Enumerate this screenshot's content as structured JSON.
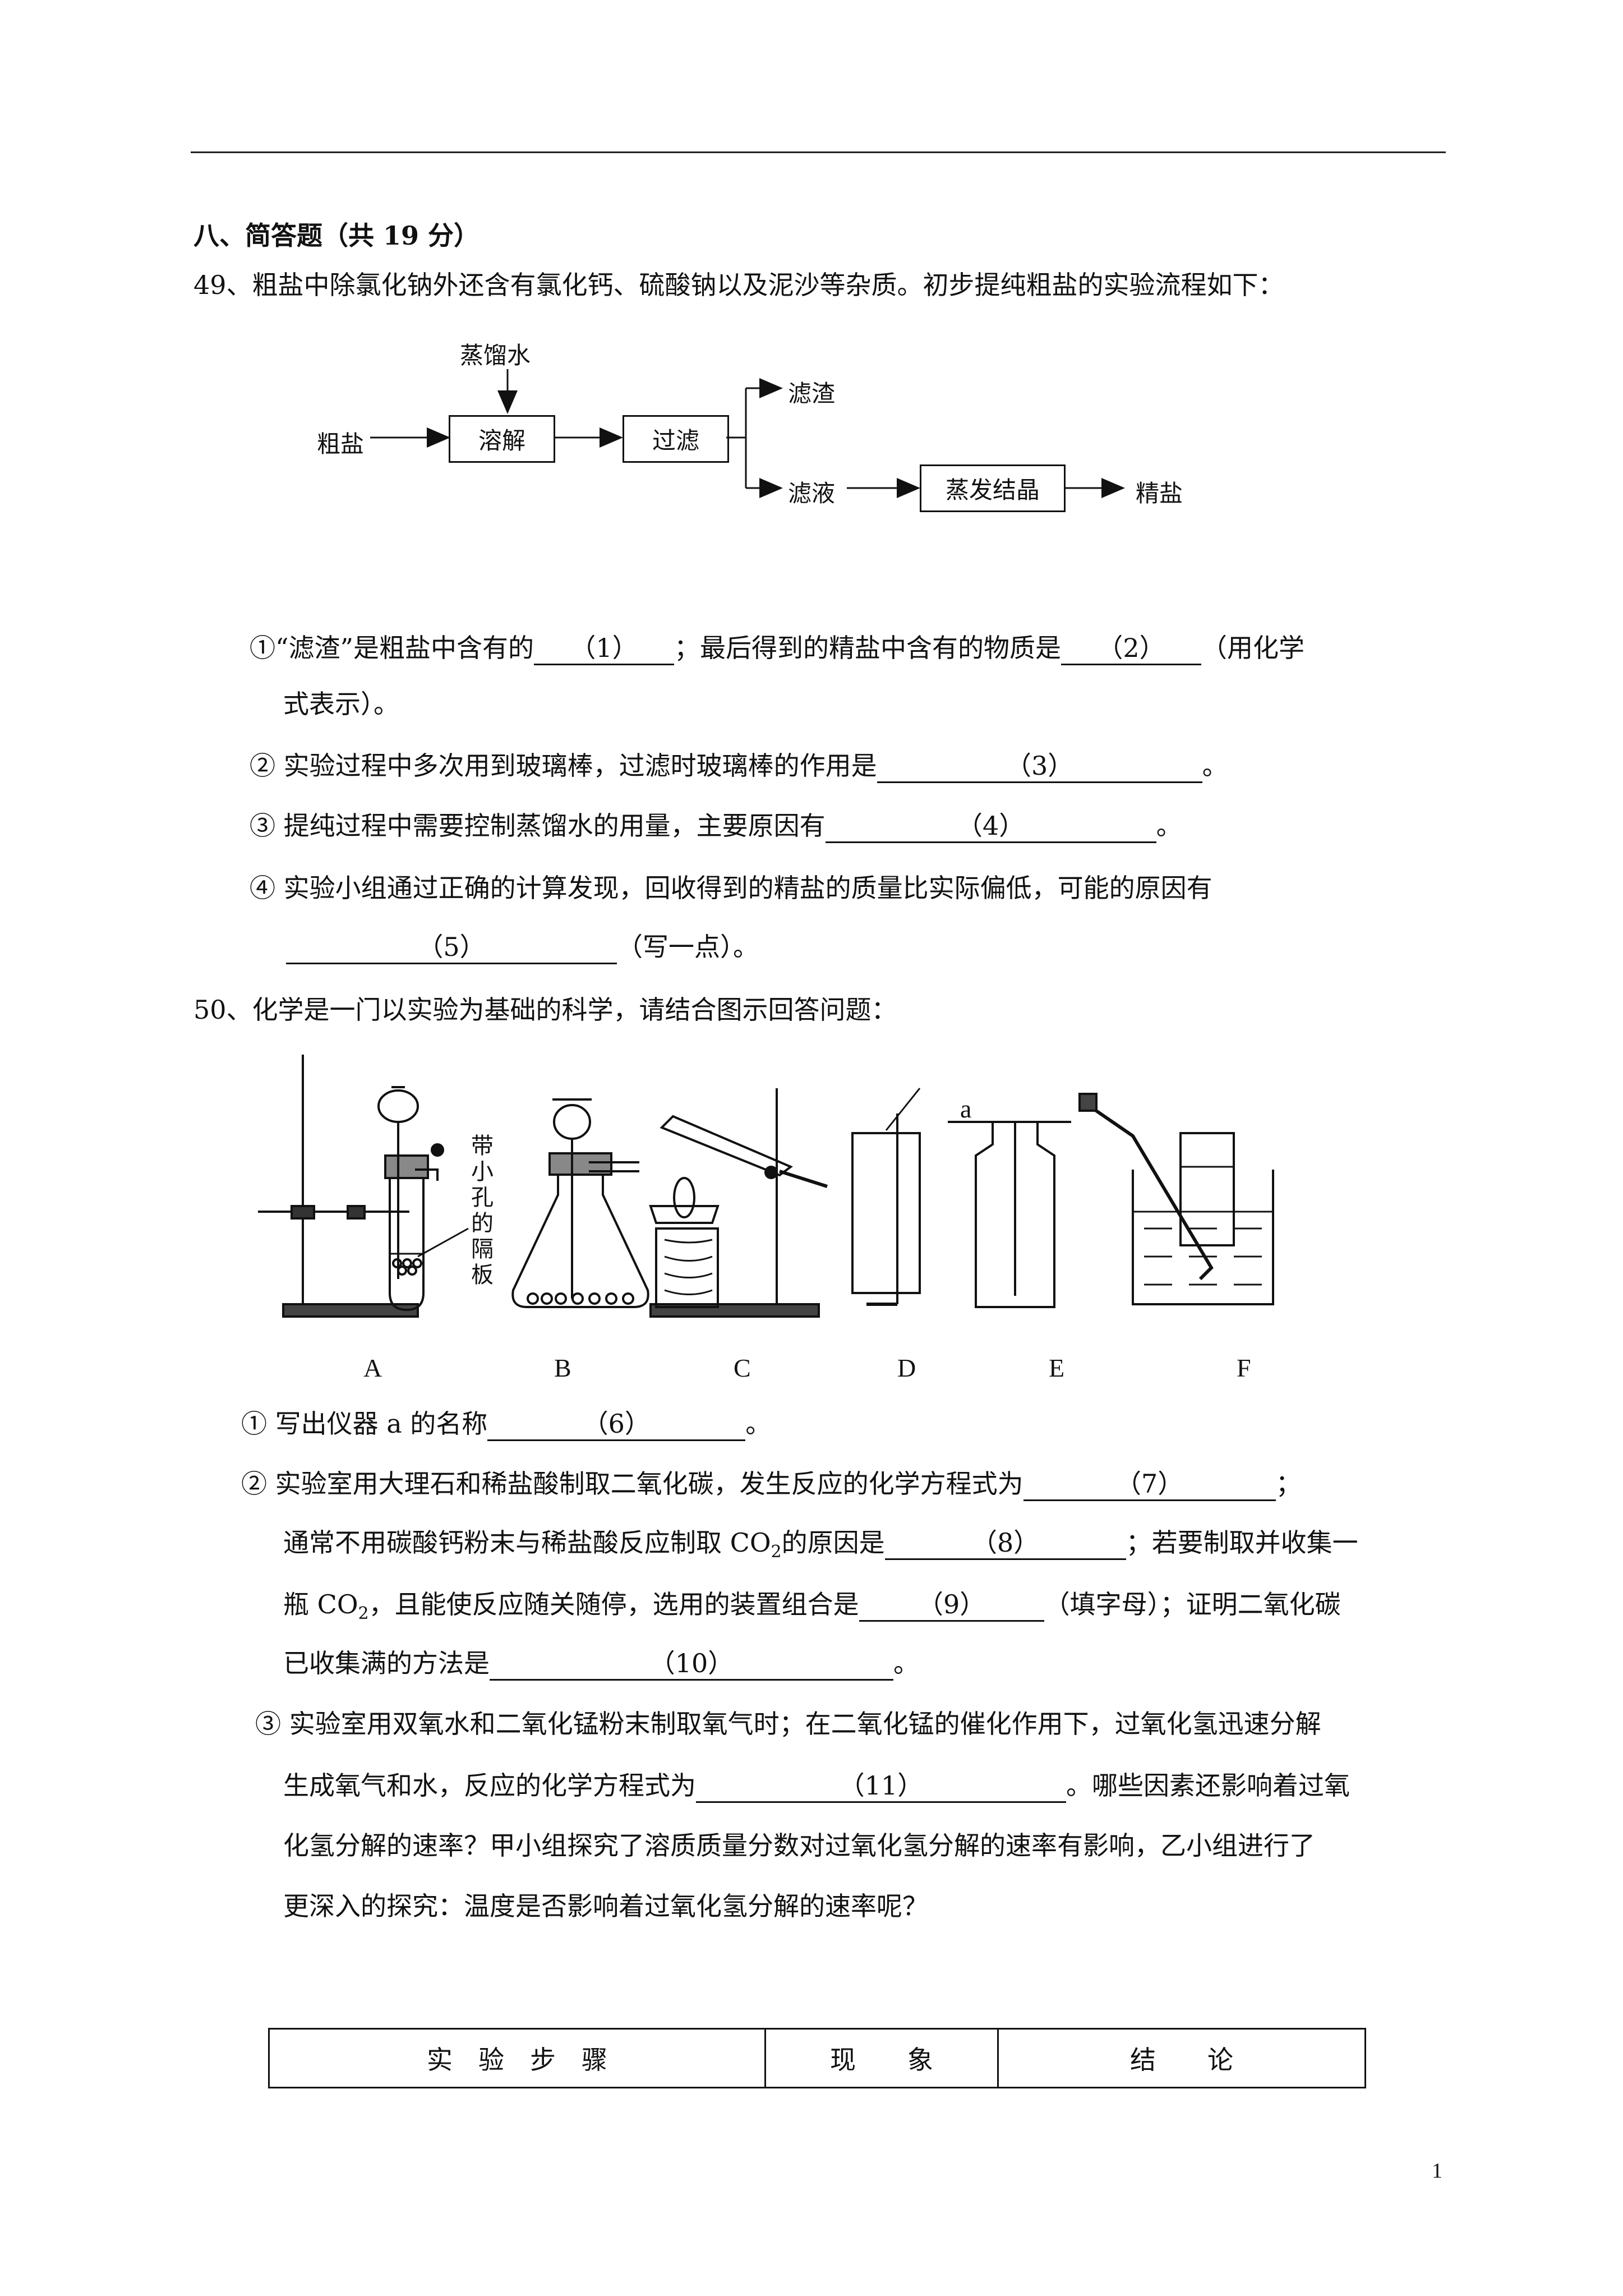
{
  "section": {
    "title": "八、简答题（共 19 分）"
  },
  "q49": {
    "stem": "49、粗盐中除氯化钠外还含有氯化钙、硫酸钠以及泥沙等杂质。初步提纯粗盐的实验流程如下：",
    "flow": {
      "input": "粗盐",
      "water": "蒸馏水",
      "dissolve": "溶解",
      "filter": "过滤",
      "residue": "滤渣",
      "filtrate": "滤液",
      "evaporate": "蒸发结晶",
      "output": "精盐"
    },
    "line1_a": "①“滤渣”是粗盐中含有的",
    "blank1": "（1）",
    "line1_b": "；最后得到的精盐中含有的物质是",
    "blank2": "（2）",
    "line1_c": "（用化学",
    "line1_d": "式表示）。",
    "line2_a": "② 实验过程中多次用到玻璃棒，过滤时玻璃棒的作用是",
    "blank3": "（3）",
    "line2_b": "。",
    "line3_a": "③ 提纯过程中需要控制蒸馏水的用量，主要原因有",
    "blank4": "（4）",
    "line3_b": "。",
    "line4_a": "④ 实验小组通过正确的计算发现，回收得到的精盐的质量比实际偏低，可能的原因有",
    "blank5": "（5）",
    "line4_b": "（写一点）。"
  },
  "q50": {
    "stem": "50、化学是一门以实验为基础的科学，请结合图示回答问题：",
    "apparatus": {
      "labels": [
        "A",
        "B",
        "C",
        "D",
        "E",
        "F"
      ],
      "a_marker": "a",
      "partition_note": "带小孔的隔板"
    },
    "p1_a": "① 写出仪器 a 的名称",
    "blank6": "（6）",
    "p1_b": "。",
    "p2_a": "② 实验室用大理石和稀盐酸制取二氧化碳，发生反应的化学方程式为",
    "blank7": "（7）",
    "p2_b": "；",
    "p2_c": "通常不用碳酸钙粉末与稀盐酸反应制取 CO",
    "p2_c_sub": "2",
    "p2_d": "的原因是",
    "blank8": "（8）",
    "p2_e": "；若要制取并收集一",
    "p2_f": "瓶 CO",
    "p2_f_sub": "2",
    "p2_g": "，且能使反应随关随停，选用的装置组合是",
    "blank9": "（9）",
    "p2_h": "（填字母）；证明二氧化碳",
    "p2_i": "已收集满的方法是",
    "blank10": "（10）",
    "p2_j": "。",
    "p3_a": "③ 实验室用双氧水和二氧化锰粉末制取氧气时；在二氧化锰的催化作用下，过氧化氢迅速分解",
    "p3_b": "生成氧气和水，反应的化学方程式为",
    "blank11": "（11）",
    "p3_c": "。哪些因素还影响着过氧",
    "p3_d": "化氢分解的速率？甲小组探究了溶质质量分数对过氧化氢分解的速率有影响，乙小组进行了",
    "p3_e": "更深入的探究：温度是否影响着过氧化氢分解的速率呢？"
  },
  "table": {
    "headers": [
      "实　验　步　骤",
      "现　　象",
      "结　　论"
    ]
  },
  "page_number": "1"
}
